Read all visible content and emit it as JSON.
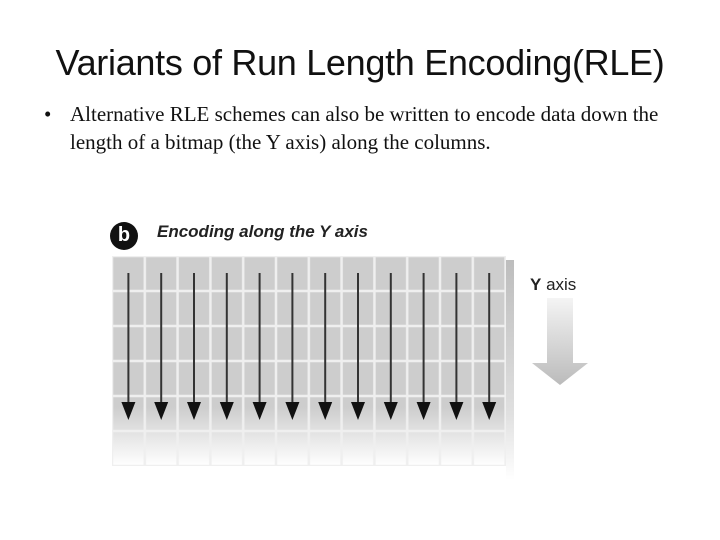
{
  "slide": {
    "title": "Variants of Run Length Encoding(RLE)",
    "bullets": [
      {
        "marker": "•",
        "text": "Alternative RLE schemes can also be written to encode data down the length of a bitmap (the Y axis) along the columns."
      }
    ]
  },
  "figure": {
    "badge": "b",
    "caption": "Encoding along the Y axis",
    "axis_label_bold": "Y",
    "axis_label_rest": " axis",
    "columns": 12,
    "rows": 6,
    "colors": {
      "cell": "#cccccc",
      "gridline": "#ececec",
      "arrow": "#111111"
    }
  }
}
